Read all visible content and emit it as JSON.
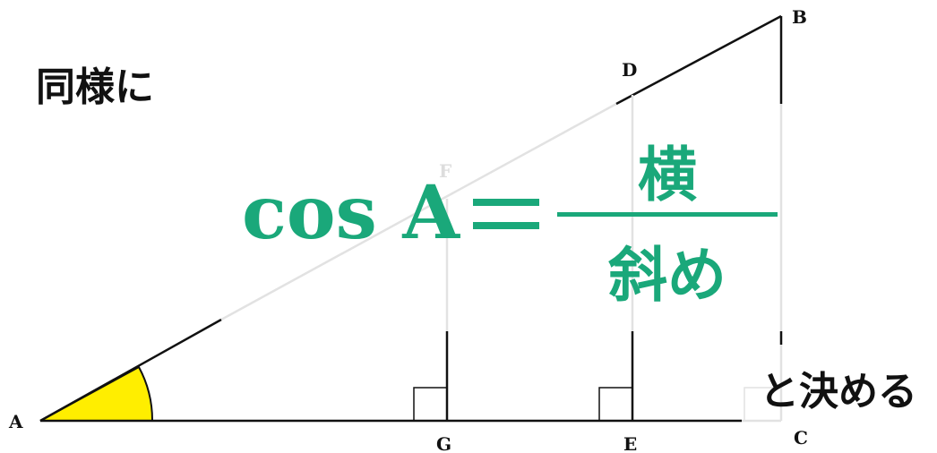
{
  "heading": "同様に",
  "trailing_text": "と決める",
  "points": {
    "A": "A",
    "B": "B",
    "C": "C",
    "D": "D",
    "E": "E",
    "F": "F",
    "G": "G"
  },
  "formula": {
    "lhs": "cos A",
    "equals": "=",
    "numerator": "横",
    "denominator": "斜め"
  },
  "colors": {
    "accent": "#1aa87a",
    "angle_fill": "#ffee00",
    "line": "#111111",
    "faded_line": "#e2e2e2"
  }
}
